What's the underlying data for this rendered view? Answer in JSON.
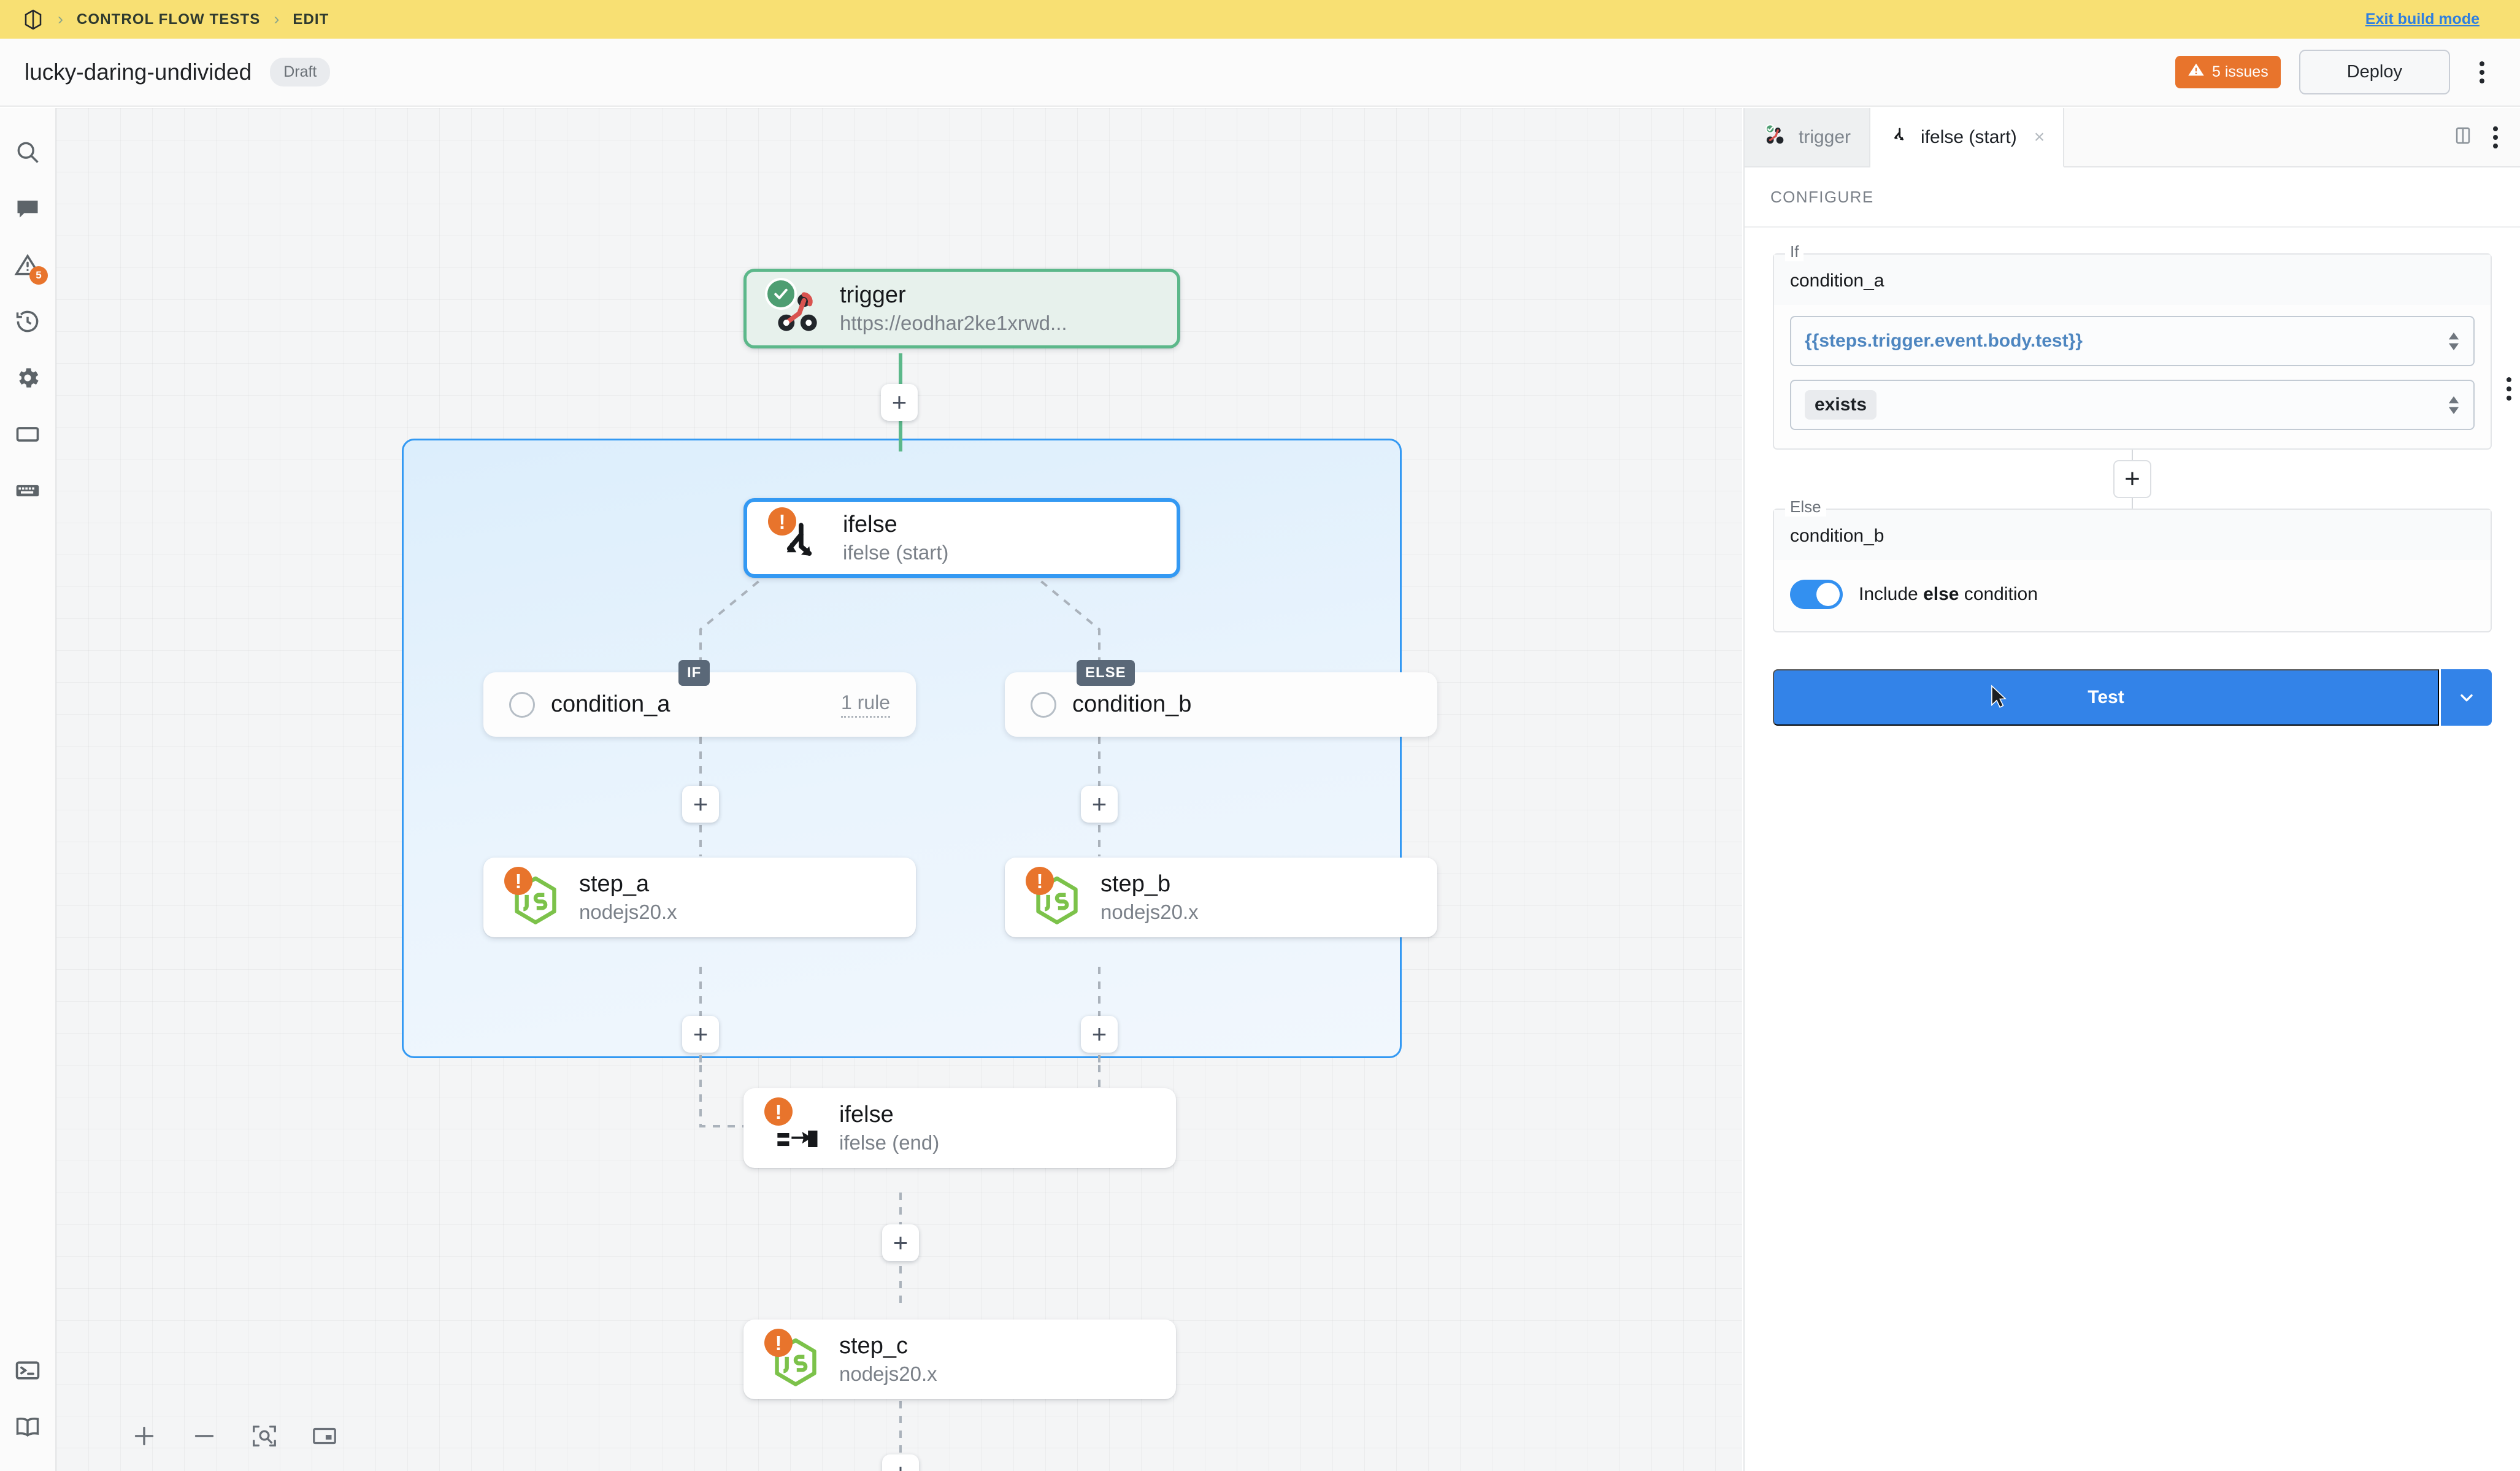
{
  "buildbar": {
    "logo_icon": "cube-icon",
    "breadcrumbs": [
      "CONTROL FLOW TESTS",
      "EDIT"
    ],
    "exit_link": "Exit build mode",
    "bg_color": "#f8e073",
    "link_color": "#2f7fe0"
  },
  "header": {
    "workflow_name": "lucky-daring-undivided",
    "status_badge": "Draft",
    "issues_label": "5 issues",
    "issues_color": "#e8742c",
    "deploy_label": "Deploy",
    "more_icon": "kebab-menu-icon"
  },
  "rail": {
    "items": [
      {
        "name": "search-icon",
        "badge": null
      },
      {
        "name": "comment-icon",
        "badge": null
      },
      {
        "name": "warning-icon",
        "badge": "5"
      },
      {
        "name": "history-icon",
        "badge": null
      },
      {
        "name": "gear-icon",
        "badge": null
      },
      {
        "name": "panel-icon",
        "badge": null
      },
      {
        "name": "keyboard-icon",
        "badge": null
      }
    ],
    "bottom_items": [
      {
        "name": "terminal-icon"
      },
      {
        "name": "book-icon"
      }
    ]
  },
  "canvas": {
    "nodes": [
      {
        "id": "trigger",
        "name": "trigger",
        "sub": "https://eodhar2ke1xrwd...",
        "status": "ok",
        "icon": "http-trigger-icon"
      },
      {
        "id": "ifelse_start",
        "name": "ifelse",
        "sub": "ifelse (start)",
        "status": "warn",
        "icon": "branch-split-icon",
        "selected": true
      },
      {
        "id": "step_a",
        "name": "step_a",
        "sub": "nodejs20.x",
        "status": "warn",
        "icon": "nodejs-icon"
      },
      {
        "id": "step_b",
        "name": "step_b",
        "sub": "nodejs20.x",
        "status": "warn",
        "icon": "nodejs-icon"
      },
      {
        "id": "ifelse_end",
        "name": "ifelse",
        "sub": "ifelse (end)",
        "status": "warn",
        "icon": "branch-merge-icon"
      },
      {
        "id": "step_c",
        "name": "step_c",
        "sub": "nodejs20.x",
        "status": "warn",
        "icon": "nodejs-icon"
      }
    ],
    "conditions": [
      {
        "id": "condition_a",
        "label": "condition_a",
        "rules": "1 rule",
        "tag": "IF"
      },
      {
        "id": "condition_b",
        "label": "condition_b",
        "rules": "",
        "tag": "ELSE"
      }
    ],
    "add_button_label": "+",
    "tools": [
      {
        "name": "zoom-in-icon",
        "label": "+"
      },
      {
        "name": "zoom-out-icon",
        "label": "−"
      },
      {
        "name": "fit-view-icon",
        "label": ""
      },
      {
        "name": "minimap-icon",
        "label": ""
      }
    ]
  },
  "panel": {
    "tabs": [
      {
        "label": "trigger",
        "icon": "http-trigger-icon",
        "active": false,
        "closable": false
      },
      {
        "label": "ifelse (start)",
        "icon": "branch-split-icon",
        "active": true,
        "closable": true,
        "close_glyph": "×"
      }
    ],
    "split_icon": "split-panel-icon",
    "more_icon": "kebab-menu-icon",
    "section_title": "CONFIGURE",
    "if_block": {
      "legend": "If",
      "title": "condition_a",
      "expression_value": "{{steps.trigger.event.body.test}}",
      "operator_value": "exists",
      "row_more_icon": "kebab-menu-icon"
    },
    "add_condition_label": "+",
    "else_block": {
      "legend": "Else",
      "title": "condition_b",
      "toggle_on": true,
      "toggle_prefix": "Include ",
      "toggle_strong": "else",
      "toggle_suffix": " condition",
      "toggle_color": "#3390f0"
    },
    "test_button": "Test",
    "test_caret_icon": "chevron-down-icon",
    "accent_color": "#3383e8"
  }
}
